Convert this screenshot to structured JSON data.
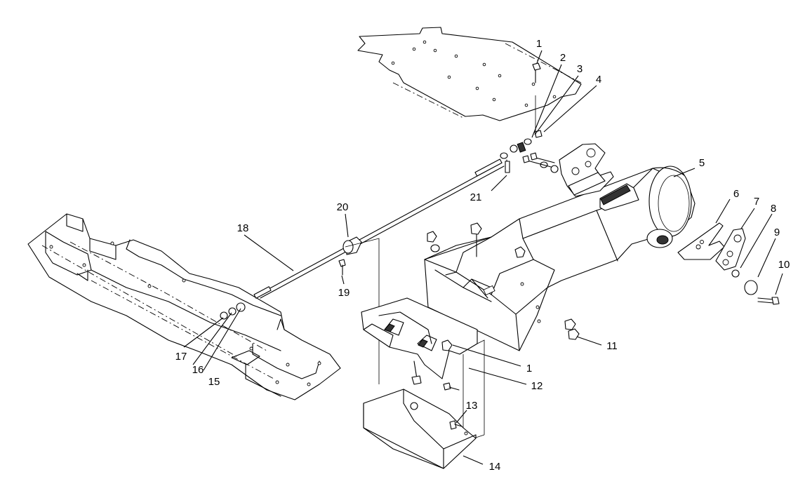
{
  "callouts": [
    {
      "id": "c1a",
      "text": "1"
    },
    {
      "id": "c2",
      "text": "2"
    },
    {
      "id": "c3",
      "text": "3"
    },
    {
      "id": "c4",
      "text": "4"
    },
    {
      "id": "c5",
      "text": "5"
    },
    {
      "id": "c6",
      "text": "6"
    },
    {
      "id": "c7",
      "text": "7"
    },
    {
      "id": "c8",
      "text": "8"
    },
    {
      "id": "c9",
      "text": "9"
    },
    {
      "id": "c10",
      "text": "10"
    },
    {
      "id": "c11",
      "text": "11"
    },
    {
      "id": "c1b",
      "text": "1"
    },
    {
      "id": "c12",
      "text": "12"
    },
    {
      "id": "c13",
      "text": "13"
    },
    {
      "id": "c14",
      "text": "14"
    },
    {
      "id": "c15",
      "text": "15"
    },
    {
      "id": "c16",
      "text": "16"
    },
    {
      "id": "c17",
      "text": "17"
    },
    {
      "id": "c18",
      "text": "18"
    },
    {
      "id": "c19",
      "text": "19"
    },
    {
      "id": "c20",
      "text": "20"
    },
    {
      "id": "c21",
      "text": "21"
    }
  ]
}
